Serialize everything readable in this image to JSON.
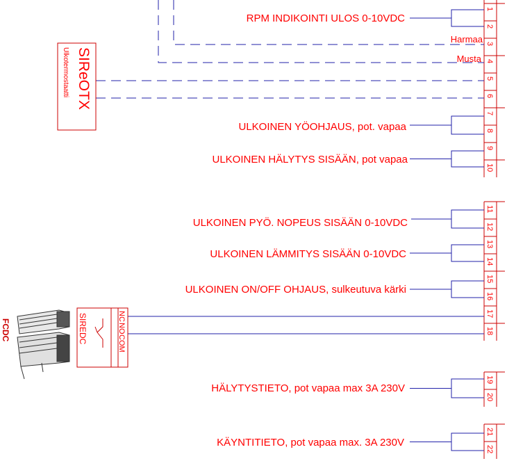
{
  "colors": {
    "text": "#ff0000",
    "wire": "#2222aa",
    "box": "#cc0000",
    "device": "#333333"
  },
  "terminals": [
    "1",
    "2",
    "3",
    "4",
    "5",
    "6",
    "7",
    "8",
    "9",
    "10",
    "11",
    "12",
    "13",
    "14",
    "15",
    "16",
    "17",
    "18",
    "19",
    "20",
    "21",
    "22"
  ],
  "labels": {
    "rpm": "RPM INDIKOINTI ULOS 0-10VDC",
    "harmaa": "Harmaa",
    "musta": "Musta",
    "yoohjaus": "ULKOINEN YÖOHJAUS, pot. vapaa",
    "halytys_sisaan": "ULKOINEN HÄLYTYS SISÄÄN, pot vapaa",
    "pyo_nopeus": "ULKOINEN PYÖ. NOPEUS SISÄÄN 0-10VDC",
    "lammitys": "ULKOINEN LÄMMITYS SISÄÄN 0-10VDC",
    "onoff": "ULKOINEN ON/OFF OHJAUS, sulkeutuva kärki",
    "halytystieto": "HÄLYTYSTIETO, pot vapaa max 3A 230V",
    "kayntitieto": "KÄYNTITIETO, pot vapaa max. 3A 230V"
  },
  "sireotx": {
    "title": "SIReOTX",
    "subtitle": "Ulkotermostaatti"
  },
  "siredc": {
    "title": "SIREDC",
    "nc": "NC",
    "no": "NO",
    "com": "COM"
  },
  "fcdc": "FCDC"
}
